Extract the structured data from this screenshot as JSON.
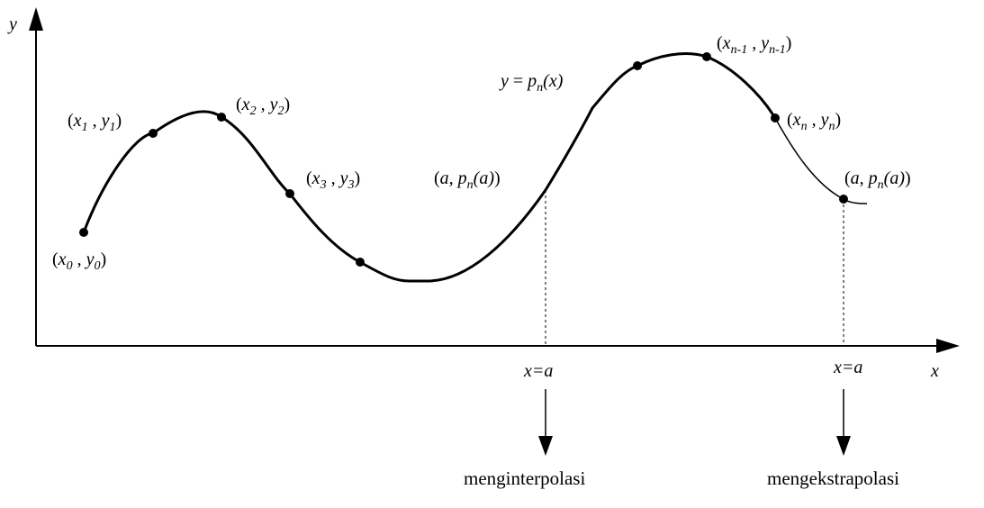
{
  "axes": {
    "x_label": "x",
    "y_label": "y"
  },
  "curve_label": {
    "y": "y",
    "eq": "=",
    "p": "p",
    "n": "n",
    "arg": "(x)"
  },
  "points": [
    {
      "id": "p0",
      "x": "x",
      "xs": "0",
      "y": "y",
      "ys": "0"
    },
    {
      "id": "p1",
      "x": "x",
      "xs": "1",
      "y": "y",
      "ys": "1"
    },
    {
      "id": "p2",
      "x": "x",
      "xs": "2",
      "y": "y",
      "ys": "2"
    },
    {
      "id": "p3",
      "x": "x",
      "xs": "3",
      "y": "y",
      "ys": "3"
    },
    {
      "id": "pn1",
      "x": "x",
      "xs": "n-1",
      "y": "y",
      "ys": "n-1"
    },
    {
      "id": "pn",
      "x": "x",
      "xs": "n",
      "y": "y",
      "ys": "n"
    }
  ],
  "evaluation": {
    "interp_point": {
      "a": "a",
      "p": "p",
      "n": "n",
      "arg": "(a)"
    },
    "extrap_point": {
      "a": "a",
      "p": "p",
      "n": "n",
      "arg": "(a)"
    },
    "interp_x": "x=a",
    "extrap_x": "x=a",
    "interp_word": "menginterpolasi",
    "extrap_word": "mengekstrapolasi"
  },
  "colors": {
    "ink": "#000000",
    "background": "#ffffff"
  }
}
